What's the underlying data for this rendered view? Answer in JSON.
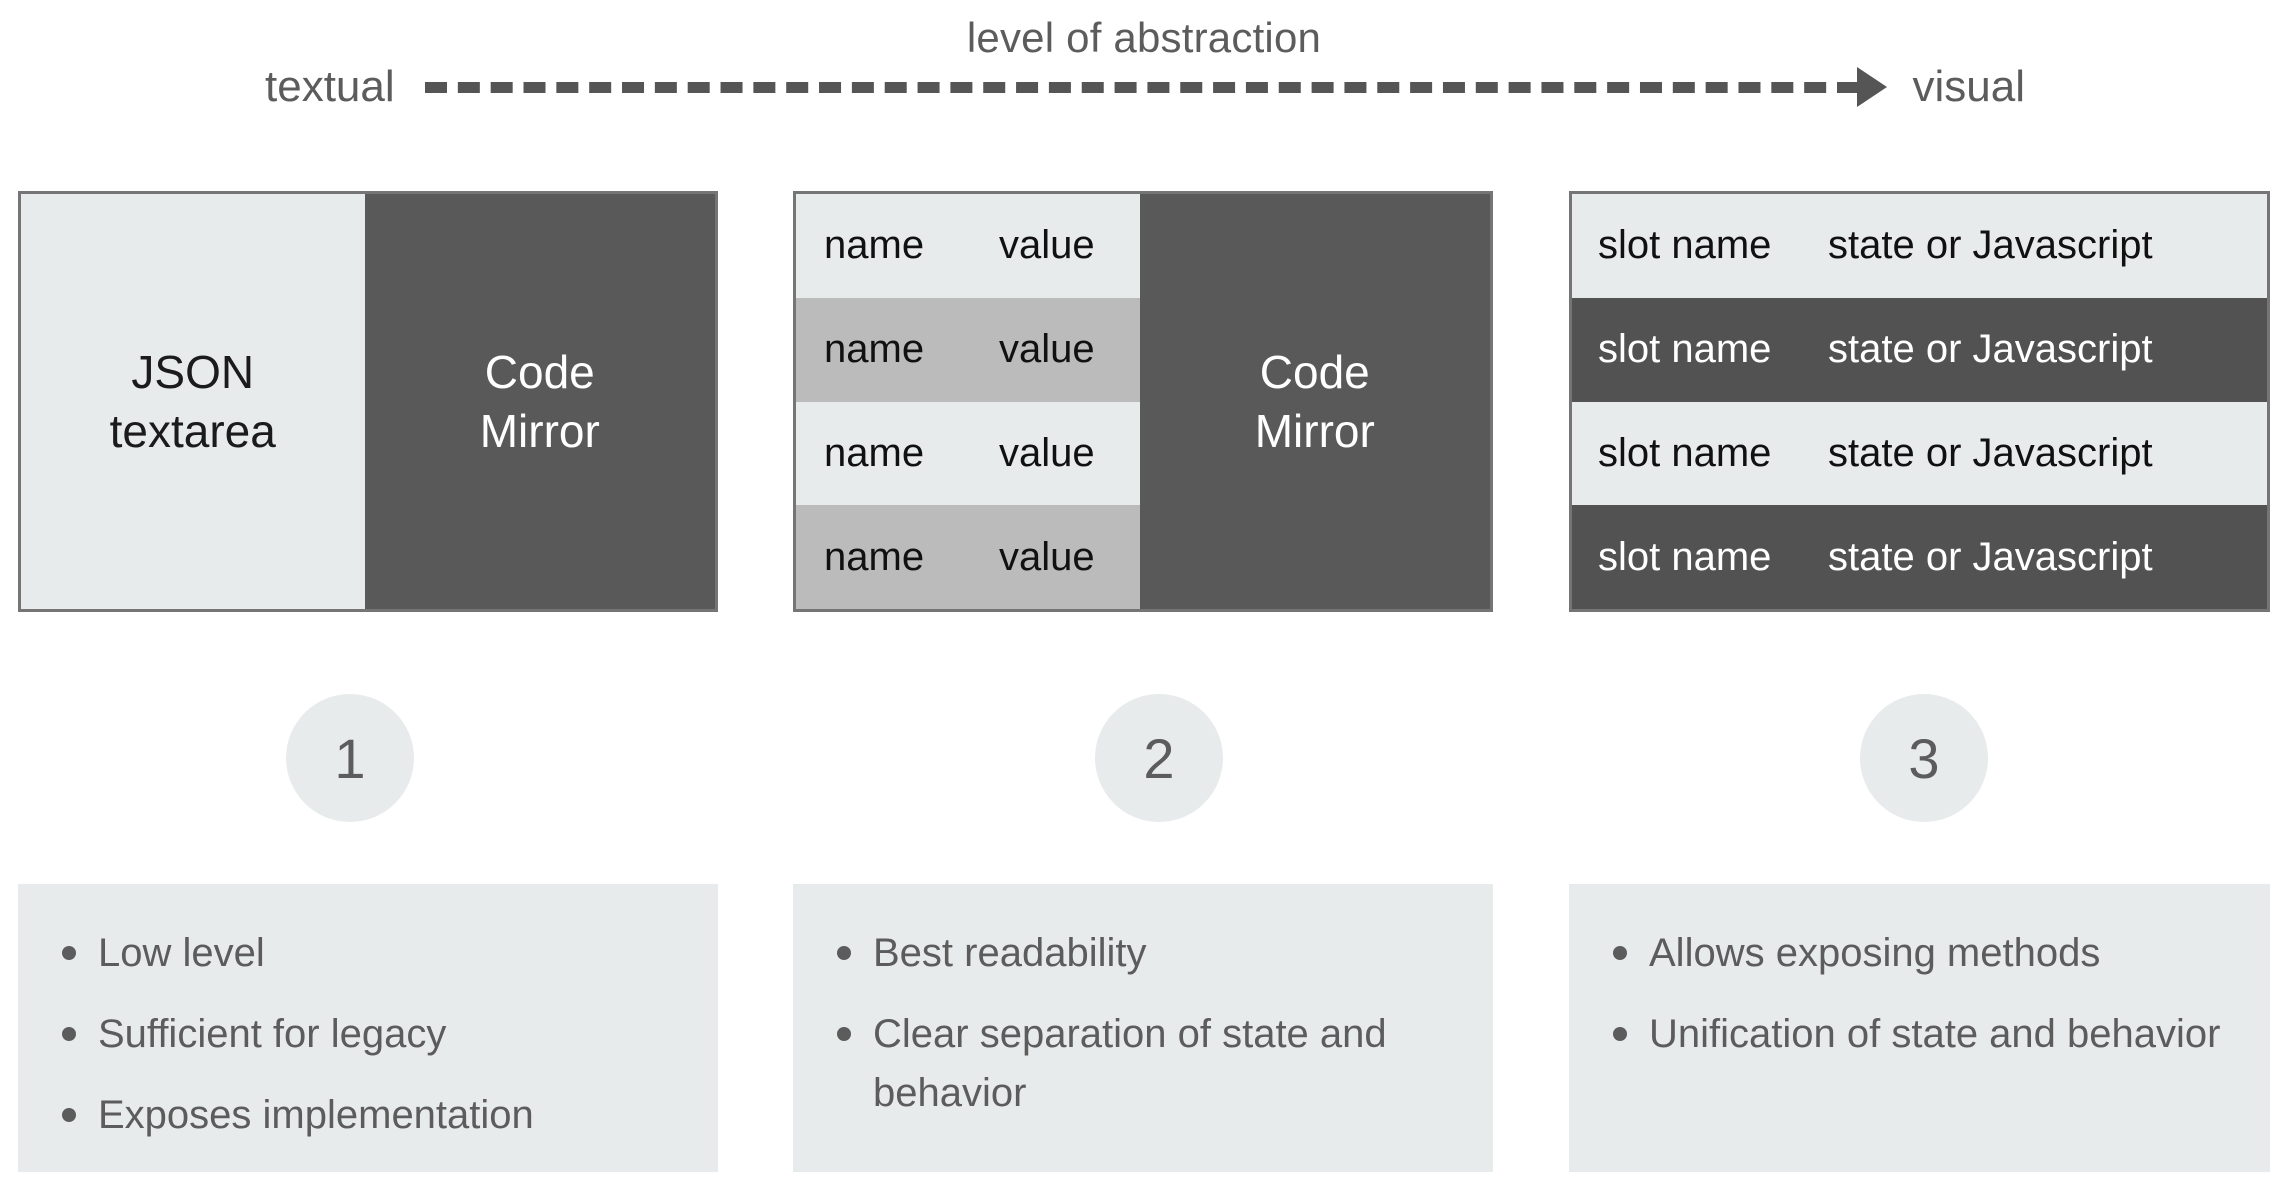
{
  "header": {
    "caption": "level of abstraction",
    "left_label": "textual",
    "right_label": "visual",
    "arrow_icon": "dashed-arrow-right-icon"
  },
  "panels": [
    {
      "id": 1,
      "number": "1",
      "type": "split",
      "left_label": "JSON\ntextarea",
      "right_label": "Code\nMirror"
    },
    {
      "id": 2,
      "number": "2",
      "type": "table-split",
      "rows": [
        {
          "name": "name",
          "value": "value"
        },
        {
          "name": "name",
          "value": "value"
        },
        {
          "name": "name",
          "value": "value"
        },
        {
          "name": "name",
          "value": "value"
        }
      ],
      "right_label": "Code\nMirror"
    },
    {
      "id": 3,
      "number": "3",
      "type": "table",
      "rows": [
        {
          "name": "slot name",
          "value": "state or Javascript"
        },
        {
          "name": "slot name",
          "value": "state or Javascript"
        },
        {
          "name": "slot name",
          "value": "state or Javascript"
        },
        {
          "name": "slot name",
          "value": "state or Javascript"
        }
      ]
    }
  ],
  "bullets": [
    {
      "panel": 1,
      "items": [
        "Low level",
        "Sufficient for legacy",
        "Exposes implementation"
      ]
    },
    {
      "panel": 2,
      "items": [
        "Best readability",
        "Clear separation of state and behavior"
      ]
    },
    {
      "panel": 3,
      "items": [
        "Allows exposing methods",
        "Unification of state and behavior"
      ]
    }
  ],
  "colors": {
    "light": "#e8ebec",
    "medium": "#bbbbbb",
    "dark": "#595959",
    "dark_row": "#525252",
    "border": "#757575",
    "text_muted": "#5c5c5c",
    "text_dark": "#111111",
    "text_light": "#ffffff",
    "background": "#ffffff"
  }
}
